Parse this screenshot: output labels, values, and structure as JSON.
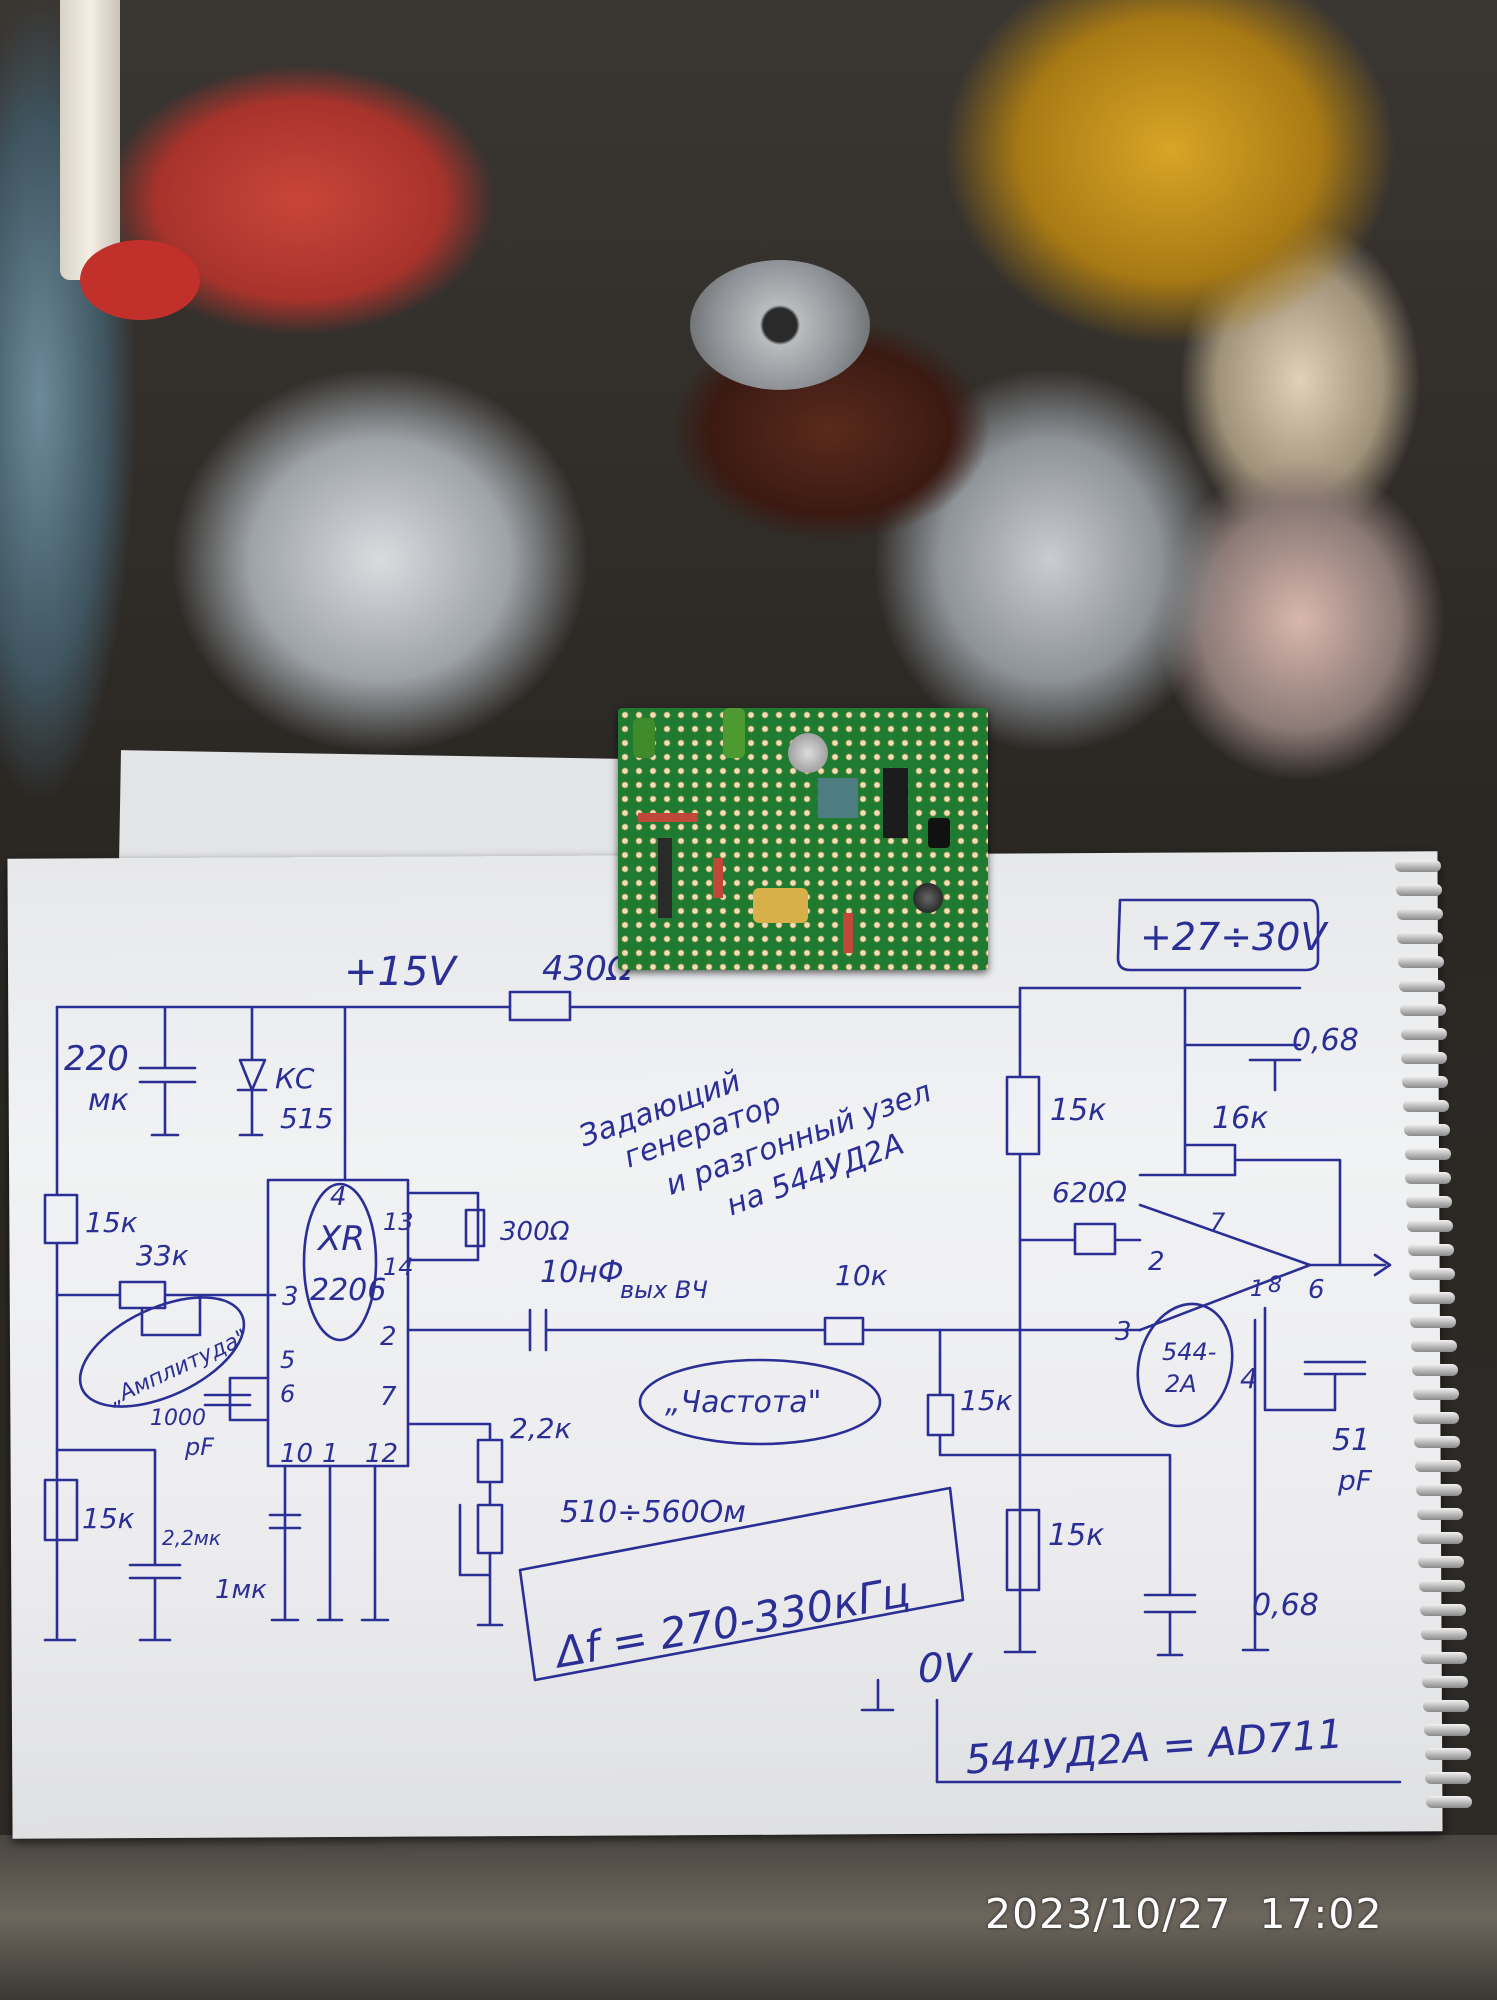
{
  "photo": {
    "timestamp": "2023/10/27  17:02",
    "ink_color": "#2b2f95"
  },
  "schematic": {
    "title_lines": [
      "Задающий",
      "генератор",
      "и разгонный узел",
      "на 544УД2А"
    ],
    "supply_15v": "+15V",
    "resistor_430": "430Ω",
    "supply_27_30v": "+27÷30V",
    "cap_220": [
      "220",
      "мк"
    ],
    "zener": [
      "КС",
      "515"
    ],
    "r_15k_left_top": "15к",
    "pot_33k": "33к",
    "ic_name": [
      "XR",
      "2206"
    ],
    "ic_pins": {
      "p4": "4",
      "p13": "13",
      "p14": "14",
      "p3": "3",
      "p5": "5",
      "p6": "6",
      "p2": "2",
      "p7": "7",
      "p10": "10",
      "p1": "1",
      "p12": "12"
    },
    "r_300": "300Ω",
    "cap_10nf": "10нФ",
    "out_hf": "вых ВЧ",
    "r_10k": "10к",
    "amplitude_label": "„Амплитуда\"",
    "cap_1000pf": [
      "1000",
      "pF"
    ],
    "r_2_2k": "2,2к",
    "frequency_label": "„Частота\"",
    "pot_510_560": "510÷560Ом",
    "freq_range": "Δf = 270-330кГц",
    "cap_2_2uf": "2,2мк",
    "cap_1uf": "1мк",
    "r_15k_left_bottom": "15к",
    "r_15k_right_top": "15к",
    "cap_068_top": "0,68",
    "r_16k": "16к",
    "r_620": "620Ω",
    "opamp_pins": {
      "p2": "2",
      "p3": "3",
      "p7": "7",
      "p6": "6",
      "p4": "4",
      "p1": "1",
      "p8": "8"
    },
    "opamp_name": [
      "544-",
      "2А"
    ],
    "r_15k_mid": "15к",
    "r_15k_low": "15к",
    "cap_068_bottom": "0,68",
    "cap_51pf": [
      "51",
      "pF"
    ],
    "ground_0v": "0V",
    "equivalence": "544УД2А = AD711"
  }
}
